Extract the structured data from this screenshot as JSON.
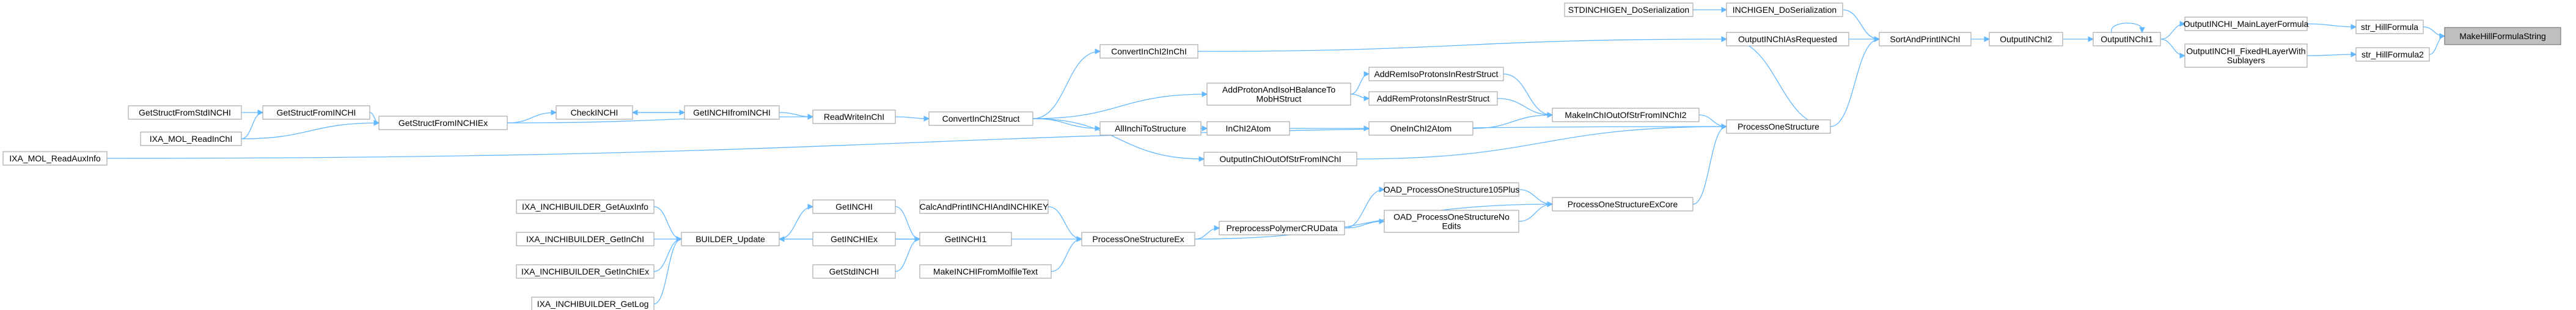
{
  "root": "MakeHillFormulaString",
  "nodes": [
    {
      "id": "n1",
      "label": "MakeHillFormulaString"
    },
    {
      "id": "n2",
      "label": "str_HillFormula"
    },
    {
      "id": "n3",
      "label": "str_HillFormula2"
    },
    {
      "id": "n4",
      "label": "OutputINCHI_MainLayerFormula"
    },
    {
      "id": "n5",
      "label": "OutputINCHI_FixedHLayerWith\nSublayers"
    },
    {
      "id": "n6",
      "label": "OutputINChI1"
    },
    {
      "id": "n7",
      "label": "OutputINChI2"
    },
    {
      "id": "n8",
      "label": "SortAndPrintINChI"
    },
    {
      "id": "n9",
      "label": "INCHIGEN_DoSerialization"
    },
    {
      "id": "n10",
      "label": "STDINCHIGEN_DoSerialization"
    },
    {
      "id": "n11",
      "label": "OutputINChIAsRequested"
    },
    {
      "id": "n12",
      "label": "ProcessOneStructure"
    },
    {
      "id": "n13",
      "label": "ConvertInChI2InChI"
    },
    {
      "id": "n14",
      "label": "MakeInChIOutOfStrFromINChI2"
    },
    {
      "id": "n15",
      "label": "ProcessOneStructureExCore"
    },
    {
      "id": "n16",
      "label": "AddRemProtonsInRestrStruct"
    },
    {
      "id": "n17",
      "label": "AddRemIsoProtonsInRestrStruct"
    },
    {
      "id": "n18",
      "label": "OneInChI2Atom"
    },
    {
      "id": "n19",
      "label": "OutputInChIOutOfStrFromINChI"
    },
    {
      "id": "n20",
      "label": "IXA_MOL_ReadAuxInfo"
    },
    {
      "id": "n21",
      "label": "AddProtonAndIsoHBalanceTo\nMobHStruct"
    },
    {
      "id": "n22",
      "label": "InChI2Atom"
    },
    {
      "id": "n23",
      "label": "AllInchiToStructure"
    },
    {
      "id": "n24",
      "label": "ConvertInChI2Struct"
    },
    {
      "id": "n25",
      "label": "ReadWriteInChI"
    },
    {
      "id": "n26",
      "label": "GetINCHIfromINCHI"
    },
    {
      "id": "n27",
      "label": "CheckINCHI"
    },
    {
      "id": "n28",
      "label": "GetStructFromINCHIEx"
    },
    {
      "id": "n29",
      "label": "GetStructFromINCHI"
    },
    {
      "id": "n30",
      "label": "GetStructFromStdINCHI"
    },
    {
      "id": "n31",
      "label": "IXA_MOL_ReadInChI"
    },
    {
      "id": "n32",
      "label": "OAD_ProcessOneStructure105Plus"
    },
    {
      "id": "n33",
      "label": "OAD_ProcessOneStructureNo\nEdits"
    },
    {
      "id": "n34",
      "label": "PreprocessPolymerCRUData"
    },
    {
      "id": "n35",
      "label": "ProcessOneStructureEx"
    },
    {
      "id": "n36",
      "label": "CalcAndPrintINCHIAndINCHIKEY"
    },
    {
      "id": "n37",
      "label": "GetINCHI1"
    },
    {
      "id": "n38",
      "label": "MakeINCHIFromMolfileText"
    },
    {
      "id": "n39",
      "label": "GetINCHI"
    },
    {
      "id": "n40",
      "label": "GetINCHIEx"
    },
    {
      "id": "n41",
      "label": "GetStdINCHI"
    },
    {
      "id": "n42",
      "label": "BUILDER_Update"
    },
    {
      "id": "n43",
      "label": "IXA_INCHIBUILDER_GetAuxInfo"
    },
    {
      "id": "n44",
      "label": "IXA_INCHIBUILDER_GetInChI"
    },
    {
      "id": "n45",
      "label": "IXA_INCHIBUILDER_GetInChIEx"
    },
    {
      "id": "n46",
      "label": "IXA_INCHIBUILDER_GetLog"
    }
  ],
  "edges": [
    [
      "n2",
      "n1"
    ],
    [
      "n3",
      "n1"
    ],
    [
      "n4",
      "n2"
    ],
    [
      "n5",
      "n3"
    ],
    [
      "n6",
      "n4"
    ],
    [
      "n6",
      "n5"
    ],
    [
      "n6",
      "n6"
    ],
    [
      "n7",
      "n6"
    ],
    [
      "n8",
      "n7"
    ],
    [
      "n9",
      "n8"
    ],
    [
      "n10",
      "n9"
    ],
    [
      "n11",
      "n8"
    ],
    [
      "n12",
      "n8"
    ],
    [
      "n12",
      "n11"
    ],
    [
      "n13",
      "n11"
    ],
    [
      "n14",
      "n12"
    ],
    [
      "n15",
      "n12"
    ],
    [
      "n19",
      "n12"
    ],
    [
      "n20",
      "n12"
    ],
    [
      "n16",
      "n14"
    ],
    [
      "n17",
      "n14"
    ],
    [
      "n18",
      "n14"
    ],
    [
      "n21",
      "n17"
    ],
    [
      "n21",
      "n16"
    ],
    [
      "n22",
      "n18"
    ],
    [
      "n23",
      "n22"
    ],
    [
      "n24",
      "n23"
    ],
    [
      "n24",
      "n21"
    ],
    [
      "n24",
      "n13"
    ],
    [
      "n24",
      "n19"
    ],
    [
      "n25",
      "n24"
    ],
    [
      "n26",
      "n25"
    ],
    [
      "n27",
      "n26"
    ],
    [
      "n26",
      "n27"
    ],
    [
      "n28",
      "n27"
    ],
    [
      "n28",
      "n25"
    ],
    [
      "n29",
      "n28"
    ],
    [
      "n30",
      "n29"
    ],
    [
      "n31",
      "n28"
    ],
    [
      "n31",
      "n29"
    ],
    [
      "n32",
      "n15"
    ],
    [
      "n33",
      "n15"
    ],
    [
      "n34",
      "n32"
    ],
    [
      "n34",
      "n33"
    ],
    [
      "n35",
      "n34"
    ],
    [
      "n35",
      "n15"
    ],
    [
      "n36",
      "n35"
    ],
    [
      "n37",
      "n35"
    ],
    [
      "n38",
      "n35"
    ],
    [
      "n39",
      "n37"
    ],
    [
      "n40",
      "n37"
    ],
    [
      "n41",
      "n37"
    ],
    [
      "n42",
      "n37"
    ],
    [
      "n42",
      "n39"
    ],
    [
      "n43",
      "n42"
    ],
    [
      "n44",
      "n42"
    ],
    [
      "n45",
      "n42"
    ],
    [
      "n46",
      "n42"
    ],
    [
      "n37",
      "n42"
    ]
  ]
}
